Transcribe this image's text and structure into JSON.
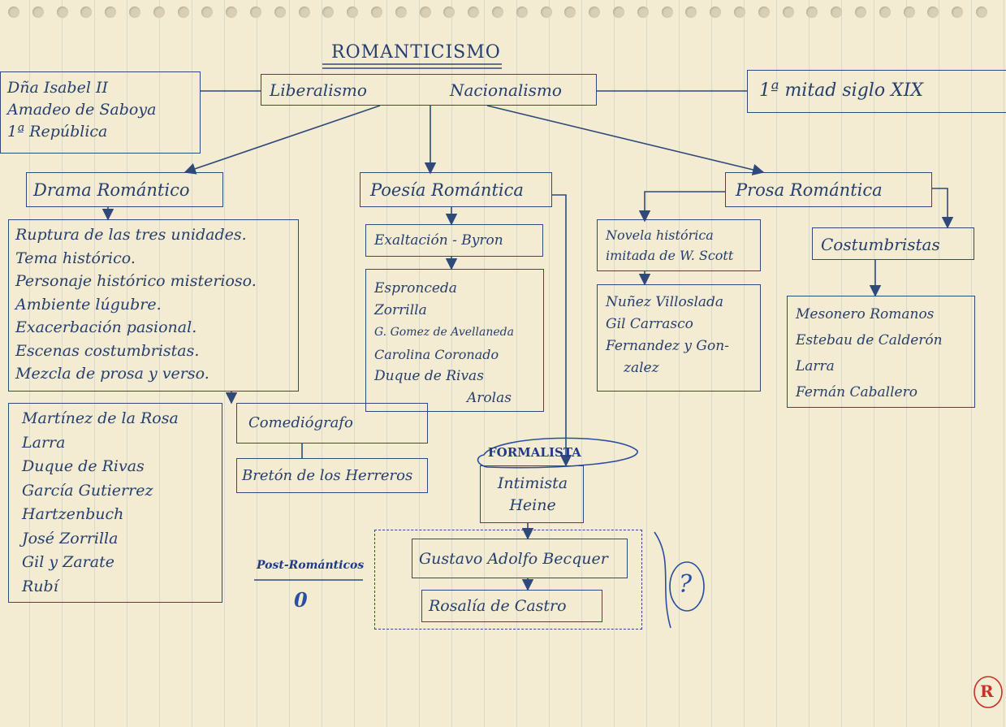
{
  "title": "ROMANTICISMO",
  "header": {
    "left": [
      "Dña Isabel II",
      "Amadeo de Saboya",
      "1ª República"
    ],
    "center_left": "Liberalismo",
    "center_right": "Nacionalismo",
    "right": "1ª mitad siglo XIX"
  },
  "drama": {
    "title": "Drama Romántico",
    "features": [
      "Ruptura de las tres unidades.",
      "Tema histórico.",
      "Personaje histórico misterioso.",
      "Ambiente lúgubre.",
      "Exacerbación pasional.",
      "Escenas costumbristas.",
      "Mezcla de prosa y verso."
    ],
    "authors": [
      "Martínez de la Rosa",
      "Larra",
      "Duque de Rivas",
      "García Gutierrez",
      "Hartzenbuch",
      "José Zorrilla",
      "Gil y Zarate",
      "Rubí"
    ],
    "comedy_title": "Comediógrafo",
    "comedy_author": "Bretón de los Herreros"
  },
  "poesia": {
    "title": "Poesía Romántica",
    "sub1": "Exaltación - Byron",
    "authors": [
      "Espronceda",
      "Zorrilla",
      "G. Gomez de Avellaneda",
      "Carolina Coronado",
      "Duque de Rivas",
      "Arolas"
    ],
    "formalista": "FORMALISTA",
    "intimista": [
      "Intimista",
      "Heine"
    ],
    "post_label": "Post-Románticos",
    "post_mark": "0",
    "becquer": "Gustavo Adolfo Becquer",
    "rosalia": "Rosalía de Castro",
    "question": "?"
  },
  "prosa": {
    "title": "Prosa Romántica",
    "novela": [
      "Novela histórica",
      "imitada de W. Scott"
    ],
    "novela_authors": [
      "Nuñez Villoslada",
      "Gil Carrasco",
      "Fernandez y Gon-",
      "zalez"
    ],
    "costumbristas": "Costumbristas",
    "cost_authors": [
      "Mesonero Romanos",
      "Estebau de Calderón",
      "Larra",
      "Fernán Caballero"
    ]
  },
  "corner_mark": "R",
  "colors": {
    "ink": "#2f4a7a",
    "paper": "#f3ebd2",
    "red_mark": "#c8302a"
  }
}
